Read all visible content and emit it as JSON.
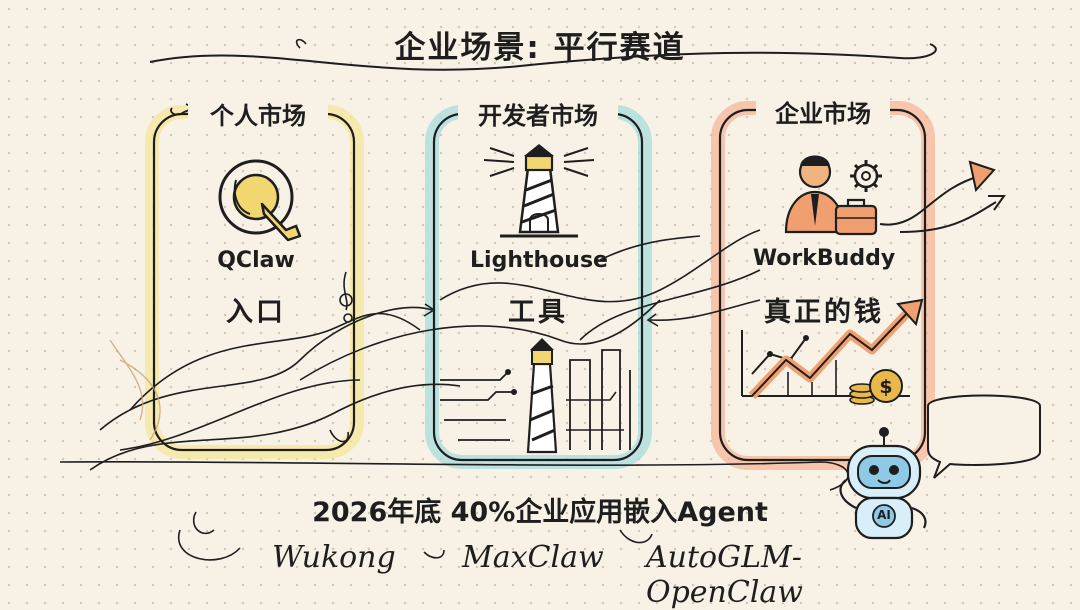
{
  "title": "企业场景: 平行赛道",
  "columns": [
    {
      "heading": "个人市场",
      "product": "QClaw",
      "role": "入口",
      "color": "#f3e28a"
    },
    {
      "heading": "开发者市场",
      "product": "Lighthouse",
      "role": "工具",
      "color": "#9fd6d6"
    },
    {
      "heading": "企业市场",
      "product": "WorkBuddy",
      "role": "真正的钱",
      "color": "#f2a98a"
    }
  ],
  "robot": {
    "bubble": "",
    "badge": "AI"
  },
  "bottom_line": "2026年底 40%企业应用嵌入Agent",
  "mentions": [
    "Wukong",
    "MaxClaw",
    "AutoGLM-OpenClaw"
  ],
  "colors": {
    "ink": "#1e1e1e",
    "background": "#f7f1e6",
    "gold": "#e8b84a",
    "robot_blue": "#8ec9e6"
  }
}
